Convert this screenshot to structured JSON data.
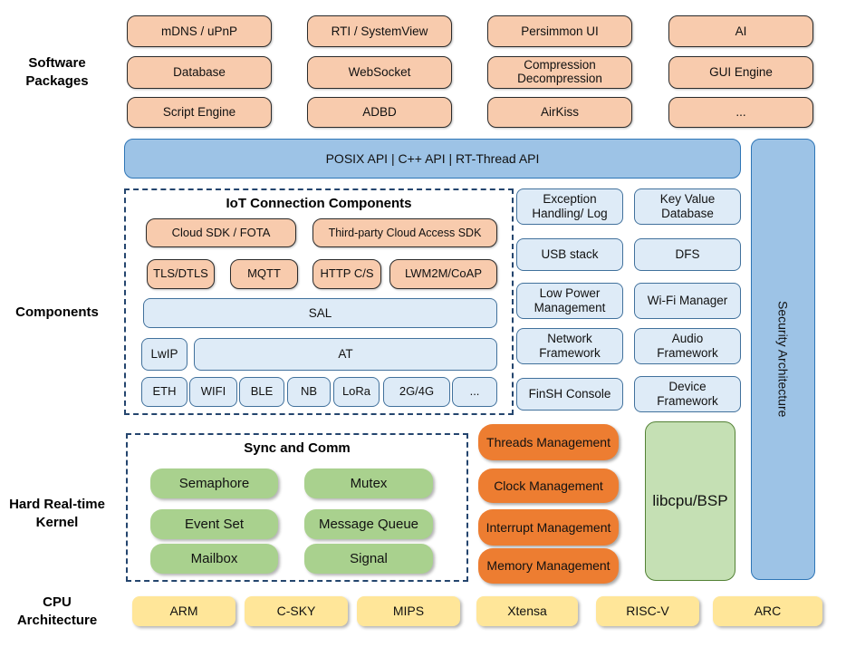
{
  "sections": {
    "software_packages": {
      "label": "Software Packages",
      "rows": [
        [
          "mDNS / uPnP",
          "RTI / SystemView",
          "Persimmon UI",
          "AI"
        ],
        [
          "Database",
          "WebSocket",
          "Compression Decompression",
          "GUI Engine"
        ],
        [
          "Script Engine",
          "ADBD",
          "AirKiss",
          "..."
        ]
      ]
    },
    "api_bar": {
      "label": "POSIX API  |  C++ API  |  RT-Thread API"
    },
    "security": {
      "label": "Security Architecture"
    },
    "components": {
      "label": "Components",
      "iot": {
        "title": "IoT Connection Components",
        "cloud_sdk": "Cloud SDK / FOTA",
        "third_party": "Third-party Cloud Access SDK",
        "protocols": [
          "TLS/DTLS",
          "MQTT",
          "HTTP C/S",
          "LWM2M/CoAP"
        ],
        "sal": "SAL",
        "lwip": "LwIP",
        "at": "AT",
        "links": [
          "ETH",
          "WIFI",
          "BLE",
          "NB",
          "LoRa",
          "2G/4G",
          "..."
        ]
      },
      "grid": [
        [
          "Exception Handling/ Log",
          "Key Value Database"
        ],
        [
          "USB stack",
          "DFS"
        ],
        [
          "Low Power Management",
          "Wi-Fi Manager"
        ],
        [
          "Network Framework",
          "Audio Framework"
        ],
        [
          "FinSH Console",
          "Device Framework"
        ]
      ]
    },
    "kernel": {
      "label": "Hard Real-time Kernel",
      "sync_title": "Sync and Comm",
      "sync_items": [
        "Semaphore",
        "Mutex",
        "Event Set",
        "Message Queue",
        "Mailbox",
        "Signal"
      ],
      "mgmt_items": [
        "Threads Management",
        "Clock Management",
        "Interrupt Management",
        "Memory Management"
      ],
      "libcpu": "libcpu/BSP"
    },
    "cpu": {
      "label": "CPU Architecture",
      "items": [
        "ARM",
        "C-SKY",
        "MIPS",
        "Xtensa",
        "RISC-V",
        "ARC"
      ]
    }
  },
  "colors": {
    "package_fill": "#F8CBAD",
    "api_fill": "#9DC3E6",
    "api_border": "#2E75B6",
    "component_fill": "#DEEBF7",
    "component_border": "#41719C",
    "kernel_mgmt_fill": "#ED7D31",
    "sync_fill": "#A9D18E",
    "libcpu_fill": "#C5E0B4",
    "cpu_fill": "#FFE699",
    "dashed_border": "#24456E"
  }
}
